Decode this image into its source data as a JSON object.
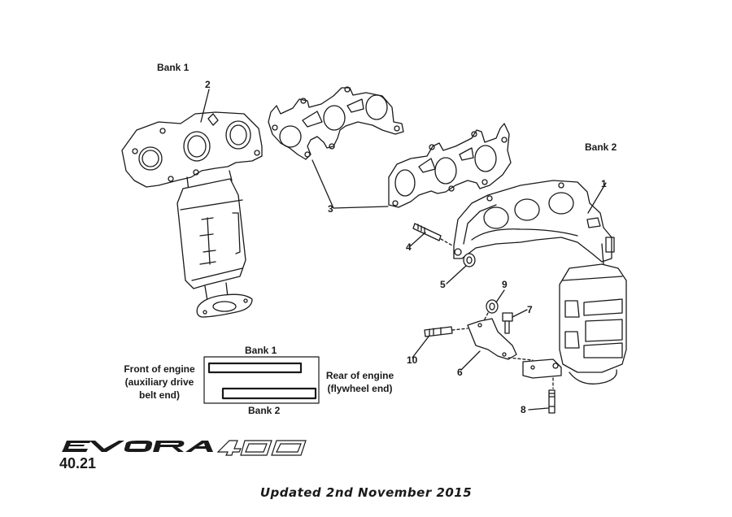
{
  "diagram": {
    "bank_labels": {
      "bank1": "Bank 1",
      "bank2": "Bank 2"
    },
    "callouts": [
      {
        "id": "1",
        "part": "bank-2-exhaust-manifold-catalyst"
      },
      {
        "id": "2",
        "part": "bank-1-exhaust-manifold-catalyst"
      },
      {
        "id": "3",
        "part": "exhaust-manifold-gasket"
      },
      {
        "id": "4",
        "part": "stud"
      },
      {
        "id": "5",
        "part": "nut"
      },
      {
        "id": "6",
        "part": "support-bracket"
      },
      {
        "id": "7",
        "part": "bolt"
      },
      {
        "id": "8",
        "part": "stud"
      },
      {
        "id": "9",
        "part": "nut"
      },
      {
        "id": "10",
        "part": "stud"
      }
    ],
    "orientation_key": {
      "top": "Bank 1",
      "bottom": "Bank 2",
      "left_lines": [
        "Front of engine",
        "(auxiliary drive",
        "belt end)"
      ],
      "right_lines": [
        "Rear of engine",
        "(flywheel end)"
      ]
    }
  },
  "footer": {
    "brand": "EVORA",
    "model": "400",
    "page_number": "40.21",
    "updated": "Updated 2nd November 2015"
  }
}
